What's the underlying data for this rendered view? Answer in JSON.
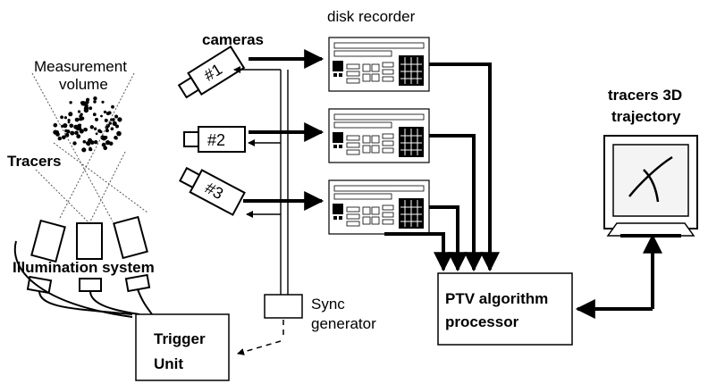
{
  "labels": {
    "disk_recorder": "disk recorder",
    "cameras": "cameras",
    "measurement_line1": "Measurement",
    "measurement_line2": "volume",
    "tracers": "Tracers",
    "illumination": "Illumination system",
    "sync_line1": "Sync",
    "sync_line2": "generator",
    "trigger_line1": "Trigger",
    "trigger_line2": "Unit",
    "ptv_line1": "PTV algorithm",
    "ptv_line2": "processor",
    "trajectory_line1": "tracers 3D",
    "trajectory_line2": "trajectory"
  },
  "cameras": [
    {
      "id": "cam1",
      "label": "#1"
    },
    {
      "id": "cam2",
      "label": "#2"
    },
    {
      "id": "cam3",
      "label": "#3"
    }
  ],
  "colors": {
    "ink": "#000000",
    "background": "#ffffff",
    "screen": "#f4f4f4"
  }
}
